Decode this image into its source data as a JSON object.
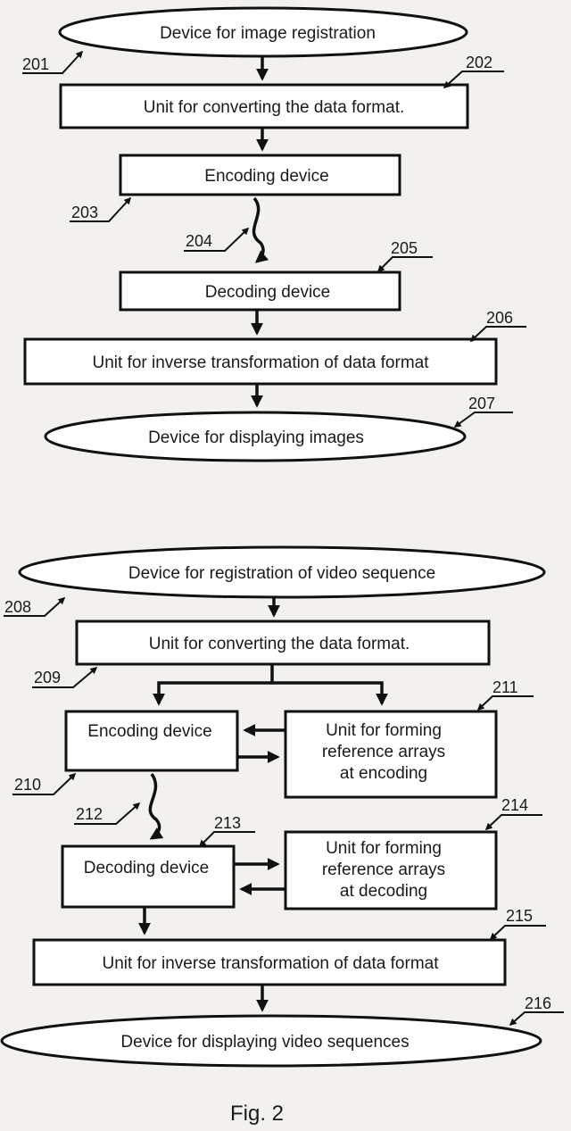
{
  "figure_caption": "Fig. 2",
  "diagram_top": {
    "nodes": [
      {
        "id": "registration",
        "label": "Device for image registration",
        "ref": "201"
      },
      {
        "id": "convert",
        "label": "Unit for converting the data format.",
        "ref": "202"
      },
      {
        "id": "encoding",
        "label": "Encoding device",
        "ref": "203"
      },
      {
        "id": "channel",
        "label": "",
        "ref": "204"
      },
      {
        "id": "decoding",
        "label": "Decoding device",
        "ref": "205"
      },
      {
        "id": "inverse",
        "label": "Unit for inverse transformation of data format",
        "ref": "206"
      },
      {
        "id": "display",
        "label": "Device for displaying images",
        "ref": "207"
      }
    ]
  },
  "diagram_bottom": {
    "nodes": [
      {
        "id": "registration",
        "label": "Device for registration of video sequence",
        "ref": "208"
      },
      {
        "id": "convert",
        "label": "Unit for converting the data format.",
        "ref": "209"
      },
      {
        "id": "encoding",
        "label": "Encoding device",
        "ref": "210"
      },
      {
        "id": "ref_enc",
        "label_lines": [
          "Unit for forming",
          "reference arrays",
          "at encoding"
        ],
        "ref": "211"
      },
      {
        "id": "channel",
        "label": "",
        "ref": "212"
      },
      {
        "id": "decoding",
        "label": "Decoding device",
        "ref": "213"
      },
      {
        "id": "ref_dec",
        "label_lines": [
          "Unit for forming",
          "reference arrays",
          "at decoding"
        ],
        "ref": "214"
      },
      {
        "id": "inverse",
        "label": "Unit for inverse transformation of data format",
        "ref": "215"
      },
      {
        "id": "display",
        "label": "Device for displaying video sequences",
        "ref": "216"
      }
    ]
  }
}
